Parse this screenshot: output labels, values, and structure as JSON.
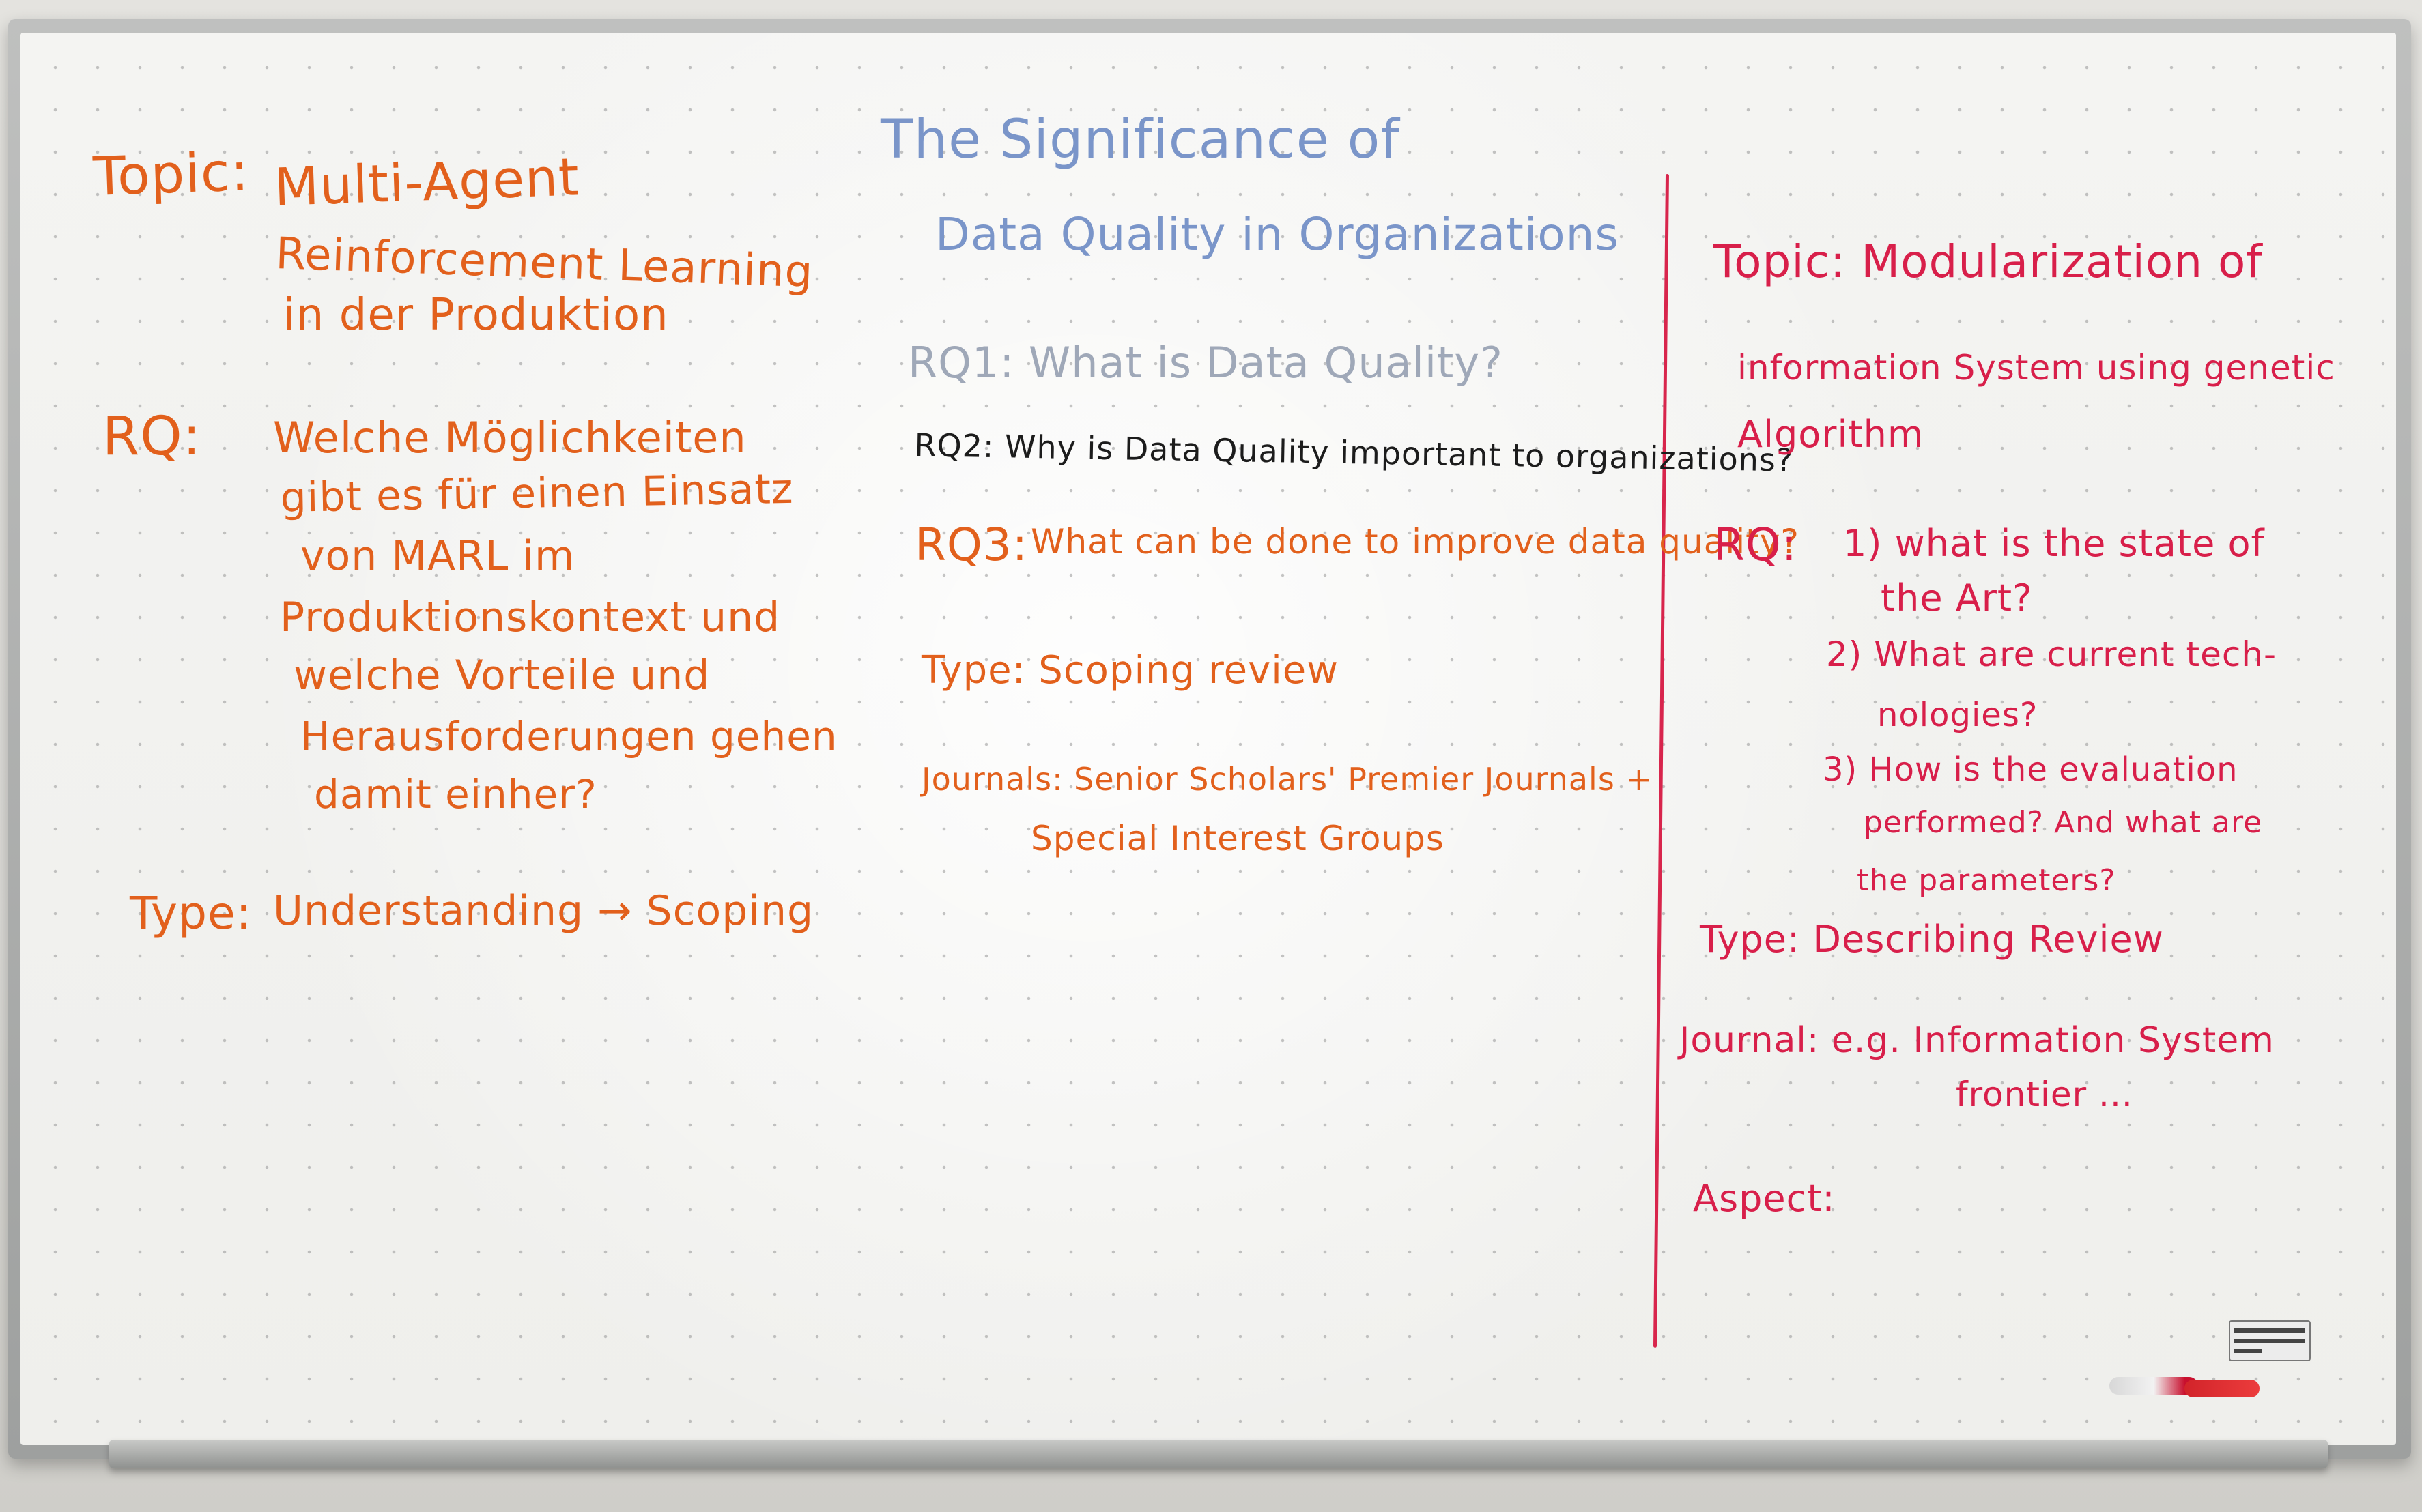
{
  "left": {
    "topic_label": "Topic:",
    "topic_lines": [
      "Multi-Agent",
      "Reinforcement Learning",
      "in der Produktion"
    ],
    "rq_label": "RQ:",
    "rq_lines": [
      "Welche Möglichkeiten",
      "gibt es für einen Einsatz",
      "von  MARL  im",
      "Produktionskontext und",
      "welche Vorteile und",
      "Herausforderungen gehen",
      "damit einher?"
    ],
    "type_label": "Type:",
    "type_value": "Understanding → Scoping"
  },
  "middle": {
    "title_line1": "The Significance of",
    "title_line2": "Data Quality in Organizations",
    "rq1": "RQ1: What is Data Quality?",
    "rq2": "RQ2: Why is Data Quality important to organizations?",
    "rq3_label": "RQ3:",
    "rq3_text": "What can be done to improve data quality?",
    "type": "Type: Scoping review",
    "journals_line1": "Journals: Senior Scholars' Premier Journals +",
    "journals_line2": "Special Interest Groups"
  },
  "right": {
    "topic_line1": "Topic: Modularization of",
    "topic_line2": "information System using genetic",
    "topic_line3": "Algorithm",
    "rq_label": "RQ:",
    "rq1_line1": "1) what is the state of",
    "rq1_line2": "the Art?",
    "rq2_line1": "2) What are current tech-",
    "rq2_line2": "nologies?",
    "rq3_line1": "3) How is the evaluation",
    "rq3_line2": "performed? And what are",
    "rq3_line3": "the parameters?",
    "type": "Type: Describing Review",
    "journal_line1": "Journal: e.g. Information System",
    "journal_line2": "frontier ...",
    "aspect": "Aspect:"
  },
  "colors": {
    "orange_marker": "#e2601c",
    "blue_marker": "#7a95c9",
    "black_marker": "#1c1c1c",
    "red_marker": "#d81f4a"
  }
}
